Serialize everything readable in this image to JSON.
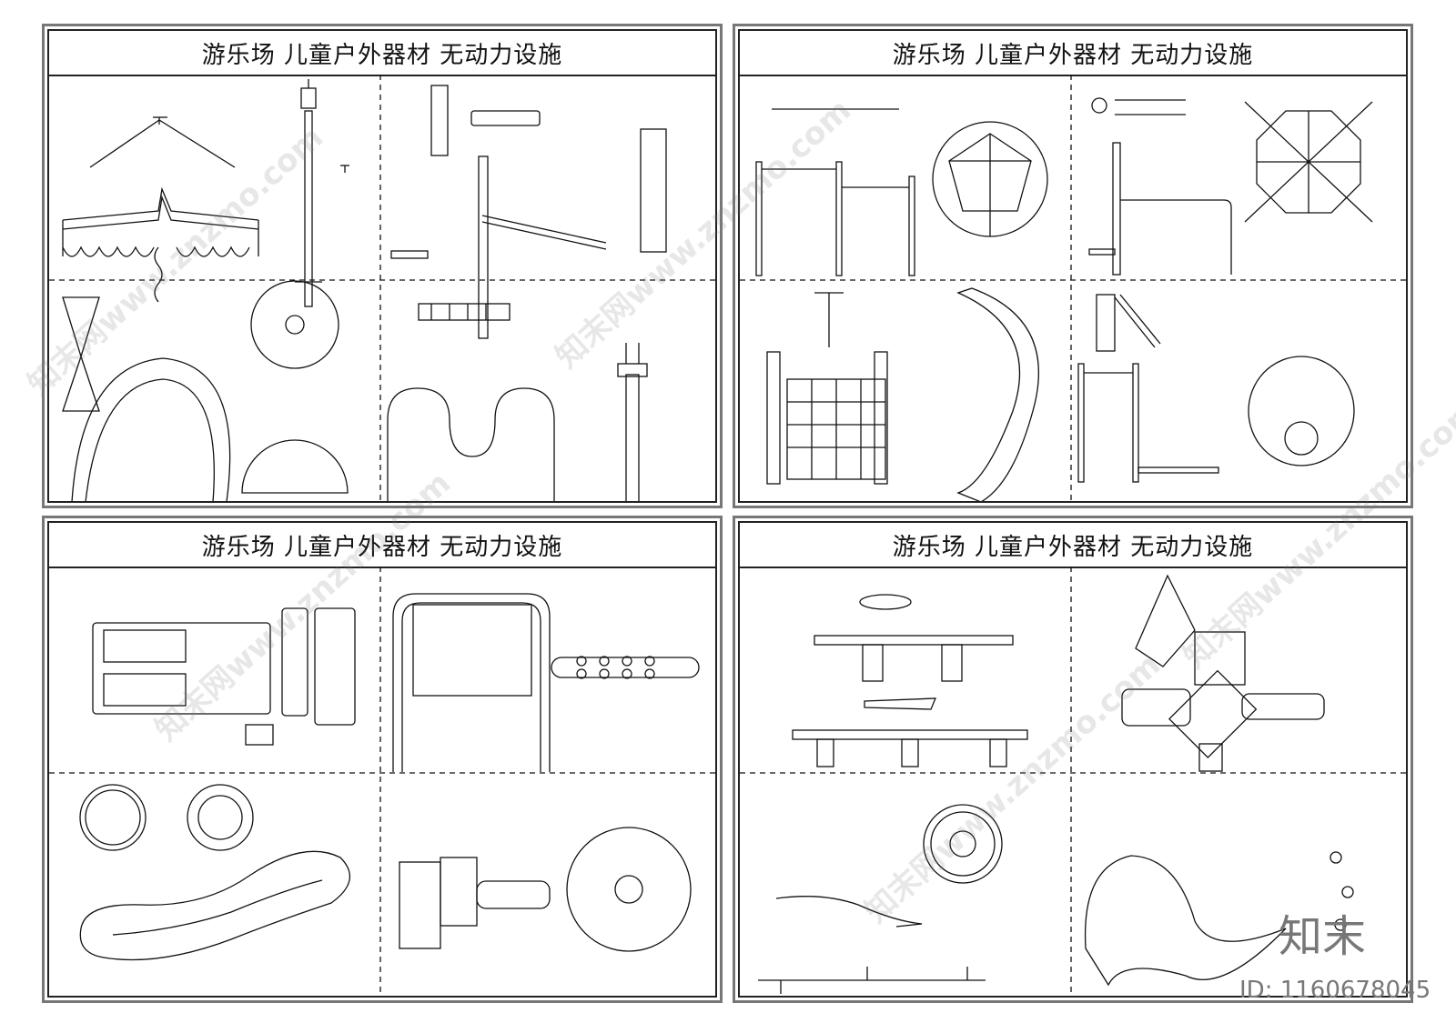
{
  "sheets": [
    {
      "title": "游乐场  儿童户外器材  无动力设施"
    },
    {
      "title": "游乐场  儿童户外器材  无动力设施"
    },
    {
      "title": "游乐场  儿童户外器材  无动力设施"
    },
    {
      "title": "游乐场  儿童户外器材  无动力设施"
    }
  ],
  "watermark": {
    "text": "知末网www.znzmo.com"
  },
  "logo": {
    "text": "知末"
  },
  "id_label": {
    "text": "ID: 1160678045"
  }
}
